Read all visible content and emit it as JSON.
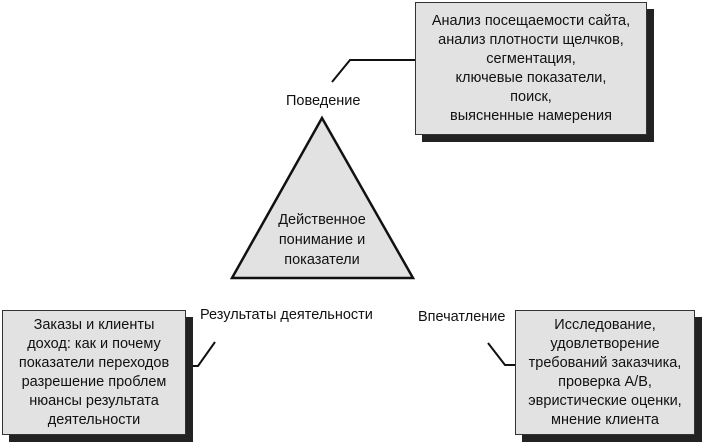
{
  "center": {
    "lines": [
      "Действенное",
      "понимание и",
      "показатели"
    ]
  },
  "behavior": {
    "label": "Поведение",
    "box_lines": [
      "Анализ посещаемости сайта,",
      "анализ плотности щелчков,",
      "сегментация,",
      "ключевые показатели,",
      "поиск,",
      "выясненные намерения"
    ]
  },
  "outcomes": {
    "label": "Результаты деятельности",
    "box_lines": [
      "Заказы и клиенты",
      "доход: как и почему",
      "показатели переходов",
      "разрешение проблем",
      "нюансы результата",
      "деятельности"
    ]
  },
  "experience": {
    "label": "Впечатление",
    "box_lines": [
      "Исследование,",
      "удовлетворение",
      "требований заказчика,",
      "проверка A/B,",
      "эвристические оценки,",
      "мнение клиента"
    ]
  }
}
